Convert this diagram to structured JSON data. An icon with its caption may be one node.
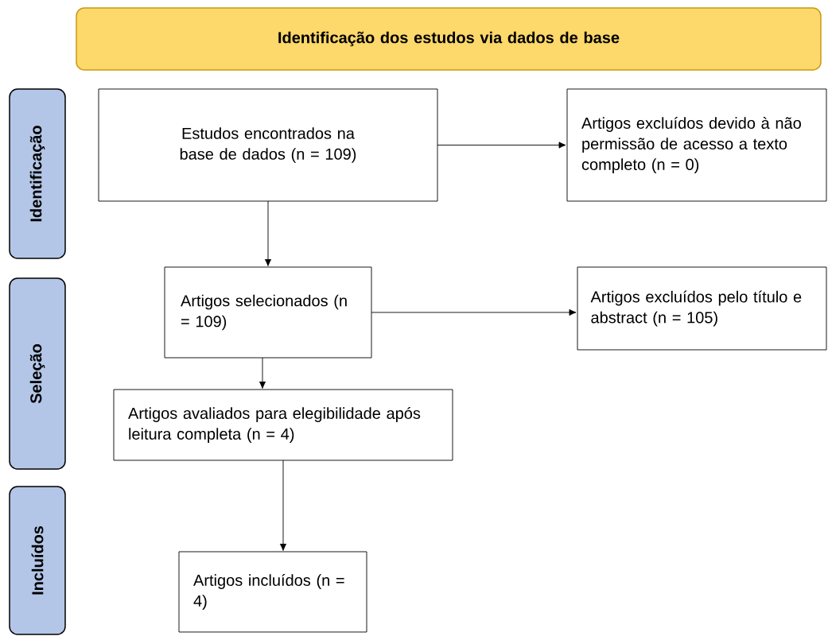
{
  "diagram": {
    "nodes": [
      {
        "text": [
          "Identificação dos estudos via dados de base"
        ]
      },
      {
        "text": [
          "Identificação"
        ]
      },
      {
        "text": [
          "Seleção"
        ]
      },
      {
        "text": [
          "Incluídos"
        ]
      },
      {
        "text": [
          "Estudos encontrados na base de dados (n = 109)"
        ]
      },
      {
        "text": [
          "Artigos excluídos devido à não permissão de acesso a texto completo (n = 0)"
        ]
      },
      {
        "text": [
          "Artigos selecionados (n = 109)"
        ]
      },
      {
        "text": [
          "Artigos excluídos pelo título e abstract (n = 105)"
        ]
      },
      {
        "text": [
          "Artigos avaliados para elegibilidade após leitura completa (n = 4)"
        ]
      },
      {
        "text": [
          "Artigos incluídos (n = 4)"
        ]
      }
    ],
    "edges": [
      {
        "from": 4,
        "to": 5,
        "arrow": "to"
      },
      {
        "from": 4,
        "to": 6,
        "arrow": "to"
      },
      {
        "from": 6,
        "to": 7,
        "arrow": "to"
      },
      {
        "from": 6,
        "to": 8,
        "arrow": "to"
      },
      {
        "from": 8,
        "to": 9,
        "arrow": "to"
      }
    ]
  }
}
